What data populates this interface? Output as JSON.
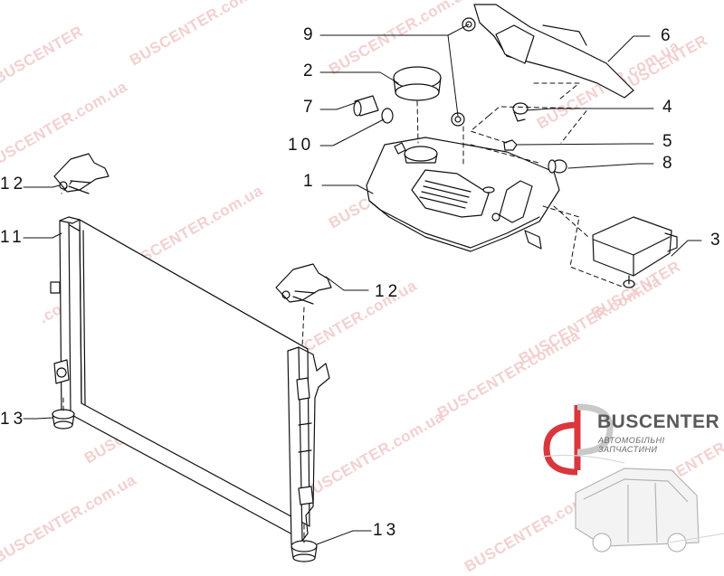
{
  "callouts": {
    "c1": "1",
    "c2": "2",
    "c3": "3",
    "c4": "4",
    "c5": "5",
    "c6": "6",
    "c7": "7",
    "c8": "8",
    "c9": "9",
    "c10": "10",
    "c11": "11",
    "c12a": "12",
    "c12b": "12",
    "c13a": "13",
    "c13b": "13"
  },
  "watermark": {
    "brand": "BUSCENTER",
    "domain": ".com.ua"
  },
  "logo": {
    "title": "BUSCENTER",
    "subtitle": "АВТОМОБІЛЬНІ ЗАПЧАСТИНИ"
  },
  "colors": {
    "watermark": "#f2c8c8",
    "logo_red": "#d9363e",
    "line": "#111111"
  }
}
